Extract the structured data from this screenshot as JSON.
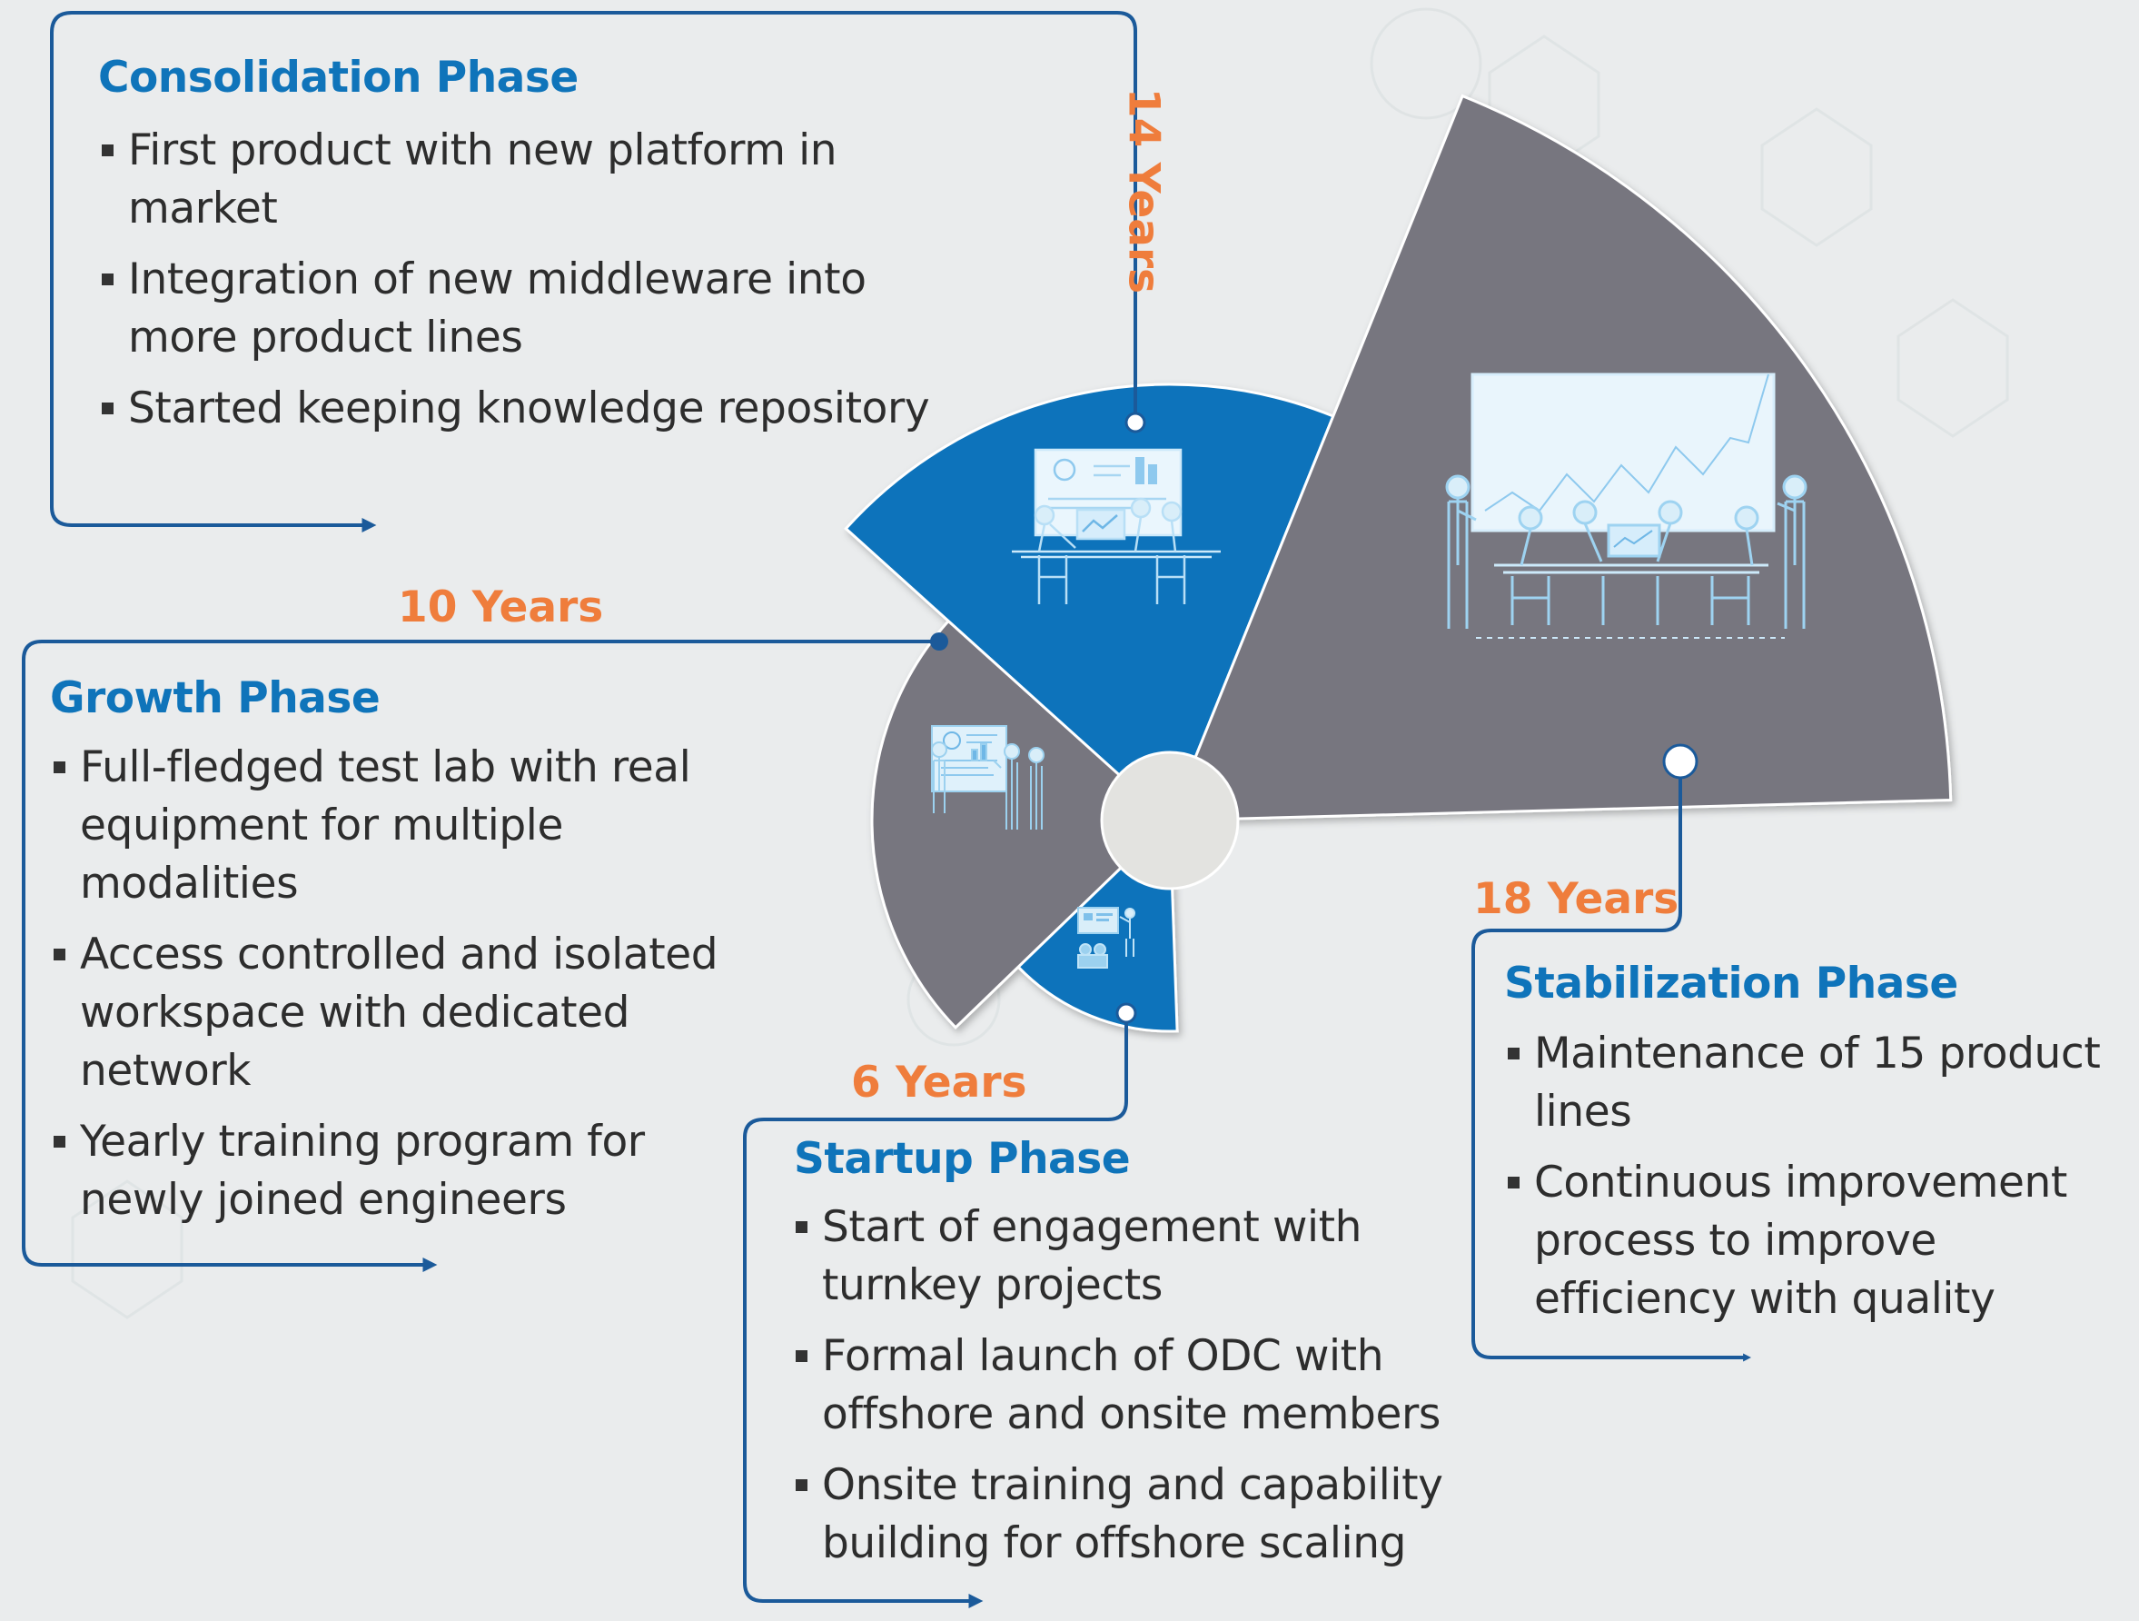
{
  "phases": {
    "consolidation": {
      "title": "Consolidation Phase",
      "duration": "14 Years",
      "bullets": [
        "First product with new platform in market",
        "Integration of new middleware into more product lines",
        "Started keeping knowledge repository"
      ]
    },
    "growth": {
      "title": "Growth Phase",
      "duration": "10 Years",
      "bullets": [
        "Full-fledged test lab with real equipment for multiple modalities",
        "Access controlled and isolated workspace with dedicated network",
        "Yearly training program for newly joined engineers"
      ]
    },
    "startup": {
      "title": "Startup Phase",
      "duration": "6 Years",
      "bullets": [
        "Start of engagement with turnkey projects",
        "Formal launch of ODC with offshore and onsite members",
        "Onsite training and capability building for offshore scaling"
      ]
    },
    "stabilization": {
      "title": "Stabilization Phase",
      "duration": "18 Years",
      "bullets": [
        "Maintenance of 15 product lines",
        "Continuous improvement process to improve efficiency with quality"
      ]
    }
  },
  "colors": {
    "blue": "#0d73bb",
    "gray": "#77767f",
    "title": "#0f74ba",
    "years": "#ef7d3c",
    "connector": "#1b5a9a",
    "text": "#2d2d2d",
    "background": "#eaeced"
  },
  "icons": {
    "startup": "presentation-icon",
    "growth": "whiteboard-team-icon",
    "consolidation": "office-team-icon",
    "stabilization": "team-meeting-icon"
  }
}
